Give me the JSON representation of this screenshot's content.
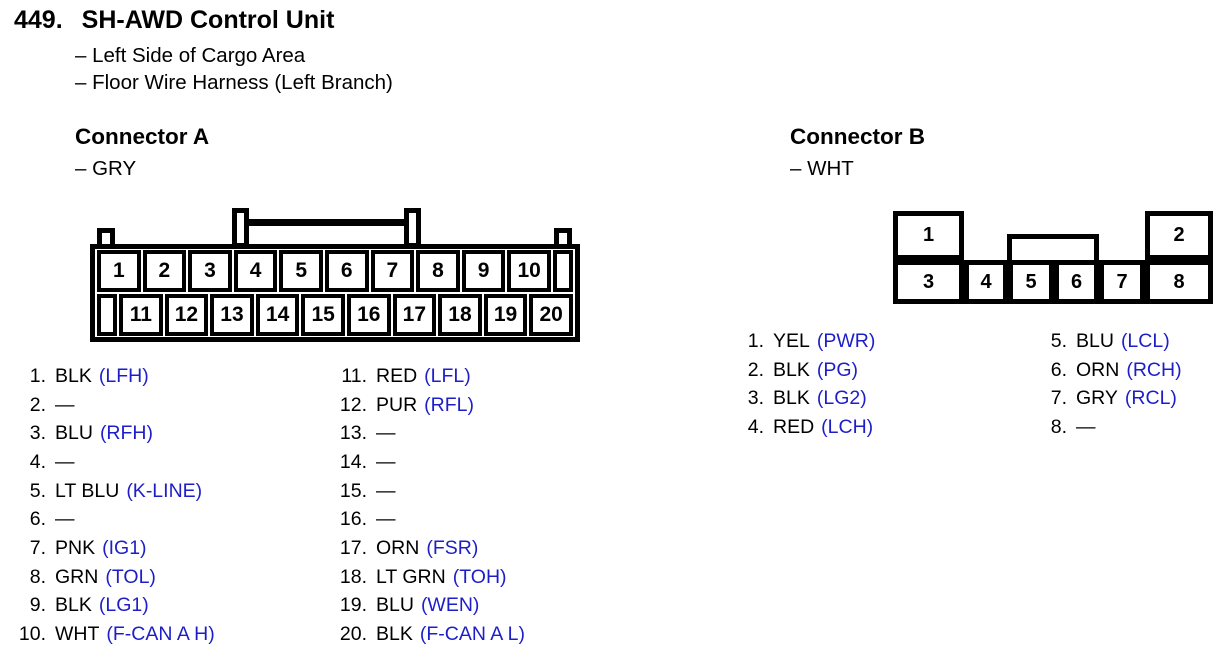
{
  "header": {
    "number": "449.",
    "title": "SH-AWD Control Unit",
    "location": "– Left Side of Cargo Area",
    "harness": "– Floor Wire Harness (Left Branch)"
  },
  "colors": {
    "signal_blue": "#1e1ec8",
    "ink": "#000000",
    "paper": "#ffffff"
  },
  "connector_a": {
    "name": "Connector A",
    "color_label": "– GRY",
    "top_pins": [
      "1",
      "2",
      "3",
      "4",
      "5",
      "6",
      "7",
      "8",
      "9",
      "10"
    ],
    "bottom_pins": [
      "11",
      "12",
      "13",
      "14",
      "15",
      "16",
      "17",
      "18",
      "19",
      "20"
    ],
    "list_left": [
      {
        "n": "1.",
        "wire": "BLK",
        "signal": "(LFH)"
      },
      {
        "n": "2.",
        "wire": "—",
        "signal": ""
      },
      {
        "n": "3.",
        "wire": "BLU",
        "signal": "(RFH)"
      },
      {
        "n": "4.",
        "wire": "—",
        "signal": ""
      },
      {
        "n": "5.",
        "wire": "LT BLU",
        "signal": "(K-LINE)"
      },
      {
        "n": "6.",
        "wire": "—",
        "signal": ""
      },
      {
        "n": "7.",
        "wire": "PNK",
        "signal": "(IG1)"
      },
      {
        "n": "8.",
        "wire": "GRN",
        "signal": "(TOL)"
      },
      {
        "n": "9.",
        "wire": "BLK",
        "signal": "(LG1)"
      },
      {
        "n": "10.",
        "wire": "WHT",
        "signal": "(F-CAN A H)"
      }
    ],
    "list_right": [
      {
        "n": "11.",
        "wire": "RED",
        "signal": "(LFL)"
      },
      {
        "n": "12.",
        "wire": "PUR",
        "signal": "(RFL)"
      },
      {
        "n": "13.",
        "wire": "—",
        "signal": ""
      },
      {
        "n": "14.",
        "wire": "—",
        "signal": ""
      },
      {
        "n": "15.",
        "wire": "—",
        "signal": ""
      },
      {
        "n": "16.",
        "wire": "—",
        "signal": ""
      },
      {
        "n": "17.",
        "wire": "ORN",
        "signal": "(FSR)"
      },
      {
        "n": "18.",
        "wire": "LT GRN",
        "signal": "(TOH)"
      },
      {
        "n": "19.",
        "wire": "BLU",
        "signal": "(WEN)"
      },
      {
        "n": "20.",
        "wire": "BLK",
        "signal": "(F-CAN A L)"
      }
    ]
  },
  "connector_b": {
    "name": "Connector B",
    "color_label": "– WHT",
    "top_pins": [
      "1",
      "2"
    ],
    "bottom_pins": [
      "3",
      "4",
      "5",
      "6",
      "7",
      "8"
    ],
    "list_left": [
      {
        "n": "1.",
        "wire": "YEL",
        "signal": "(PWR)"
      },
      {
        "n": "2.",
        "wire": "BLK",
        "signal": "(PG)"
      },
      {
        "n": "3.",
        "wire": "BLK",
        "signal": "(LG2)"
      },
      {
        "n": "4.",
        "wire": "RED",
        "signal": "(LCH)"
      }
    ],
    "list_right": [
      {
        "n": "5.",
        "wire": "BLU",
        "signal": "(LCL)"
      },
      {
        "n": "6.",
        "wire": "ORN",
        "signal": "(RCH)"
      },
      {
        "n": "7.",
        "wire": "GRY",
        "signal": "(RCL)"
      },
      {
        "n": "8.",
        "wire": "—",
        "signal": ""
      }
    ]
  }
}
